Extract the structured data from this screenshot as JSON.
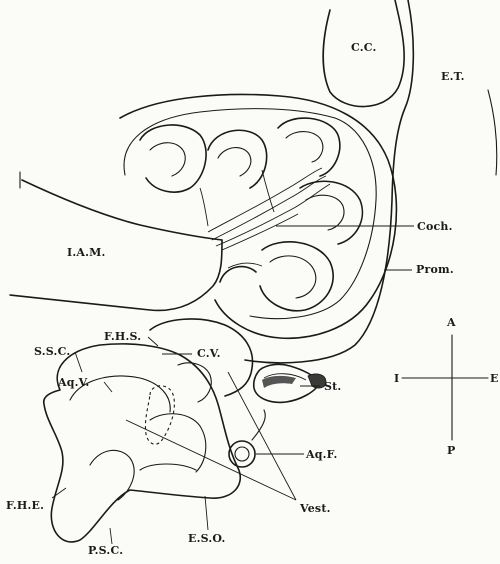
{
  "labels": {
    "cc": "C.C.",
    "et": "E.T.",
    "coch": "Coch.",
    "iam": "I.A.M.",
    "prom": "Prom.",
    "fhs": "F.H.S.",
    "ssc": "S.S.C.",
    "cv": "C.V.",
    "aqv": "Aq.V.",
    "st": "St.",
    "aqf": "Aq.F.",
    "vest": "Vest.",
    "fhe": "F.H.E.",
    "eso": "E.S.O.",
    "psc": "P.S.C."
  },
  "compass": {
    "top": "A",
    "left": "I",
    "right": "E",
    "bottom": "P"
  }
}
